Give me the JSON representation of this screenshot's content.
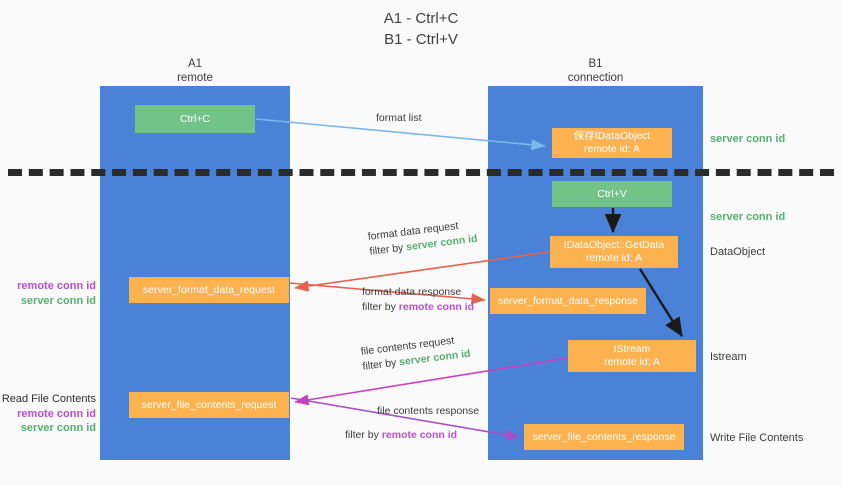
{
  "title": {
    "line1": "A1 - Ctrl+C",
    "line2": "B1 - Ctrl+V"
  },
  "columns": {
    "left": {
      "name": "A1",
      "role": "remote"
    },
    "right": {
      "name": "B1",
      "role": "connection"
    }
  },
  "nodes": {
    "ctrl_c": {
      "line1": "Ctrl+C",
      "line2": ""
    },
    "save_dataobj": {
      "line1": "保存IDataObject",
      "line2": "remote id: A"
    },
    "ctrl_v": {
      "line1": "Ctrl+V",
      "line2": ""
    },
    "getdata": {
      "line1": "IDataObject::GetData",
      "line2": "remote id: A"
    },
    "istream": {
      "line1": "IStream",
      "line2": "remote id: A"
    },
    "format_data_request": {
      "line1": "server_format_data_request",
      "line2": ""
    },
    "format_data_response": {
      "line1": "server_format_data_response",
      "line2": ""
    },
    "file_contents_request": {
      "line1": "server_file_contents_request",
      "line2": ""
    },
    "file_contents_response": {
      "line1": "server_file_contents_response",
      "line2": ""
    }
  },
  "side_notes": {
    "conn_top": "server conn id",
    "conn_mid": "server conn id",
    "dataobject": "DataObject",
    "istream": "Istream",
    "write_file_contents": "Write File Contents"
  },
  "left_notes": {
    "format": {
      "heading": "",
      "remote": "remote conn id",
      "server": "server conn id"
    },
    "file": {
      "heading": "Read File Contents",
      "remote": "remote conn id",
      "server": "server conn id"
    }
  },
  "edges": {
    "format_list": {
      "label": "format list"
    },
    "format_data_request": {
      "label": "format data request",
      "filter_prefix": "filter by ",
      "filter_value": "server conn id"
    },
    "format_data_response": {
      "label": "format data response",
      "filter_prefix": "filter by ",
      "filter_value": "remote conn id"
    },
    "file_contents_request": {
      "label": "file contents request",
      "filter_prefix": "filter by ",
      "filter_value": "server conn id"
    },
    "file_contents_response": {
      "label": "file contents response",
      "filter_prefix": "filter by ",
      "filter_value": "remote conn id"
    }
  },
  "colors": {
    "lane": "#4a82d8",
    "green_node": "#72c387",
    "orange_node": "#fcb24f",
    "server_conn": "#54b06e",
    "remote_conn": "#b84fd4",
    "arrow_red": "#e8614d",
    "arrow_magenta": "#cc3fbf",
    "arrow_purple": "#a84fc8",
    "arrow_lightblue": "#7ab8e8",
    "arrow_black": "#1a1a1a",
    "divider": "#2b2b2b"
  }
}
